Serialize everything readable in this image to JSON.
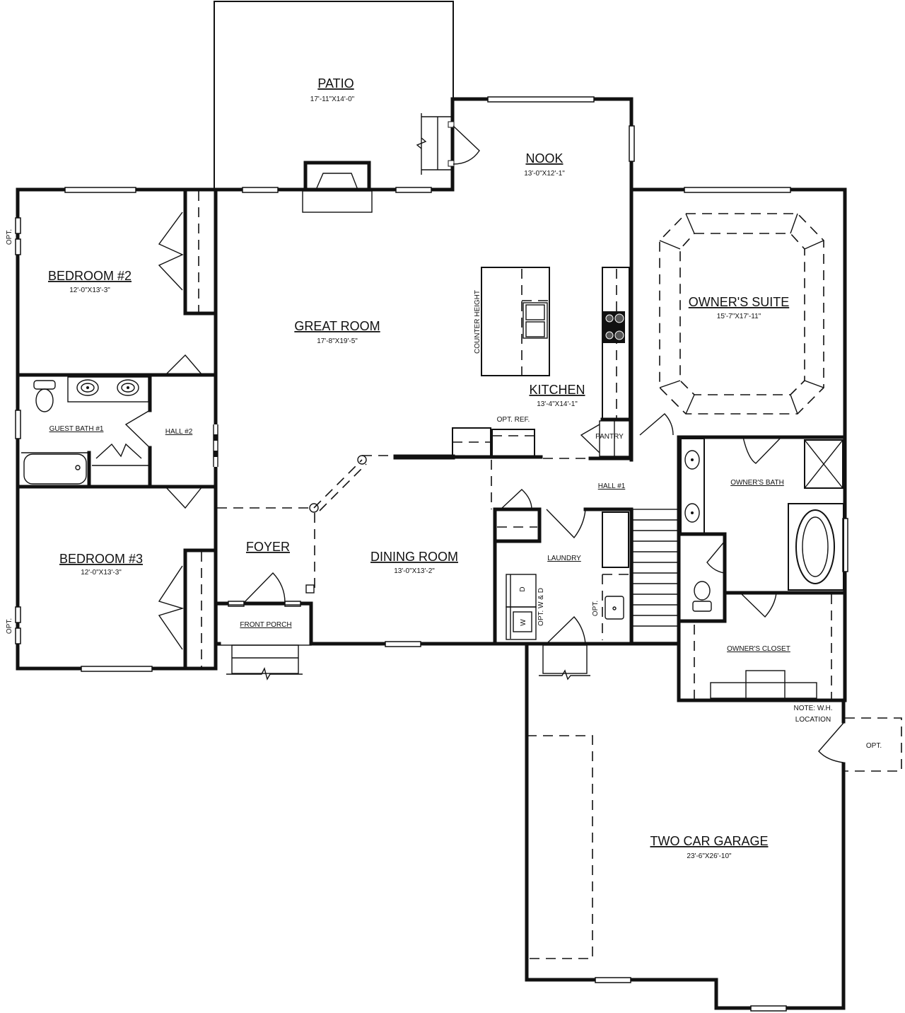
{
  "plan": {
    "rooms": {
      "patio": {
        "name": "PATIO",
        "dims": "17'-11\"X14'-0\""
      },
      "nook": {
        "name": "NOOK",
        "dims": "13'-0\"X12'-1\""
      },
      "bedroom2": {
        "name": "BEDROOM #2",
        "dims": "12'-0\"X13'-3\""
      },
      "great_room": {
        "name": "GREAT ROOM",
        "dims": "17'-8\"X19'-5\""
      },
      "owners_suite": {
        "name": "OWNER'S SUITE",
        "dims": "15'-7\"X17'-11\""
      },
      "kitchen": {
        "name": "KITCHEN",
        "dims": "13'-4\"X14'-1\""
      },
      "guest_bath": {
        "name": "GUEST BATH  #1"
      },
      "hall2": {
        "name": "HALL #2"
      },
      "pantry": {
        "name": "PANTRY"
      },
      "hall1": {
        "name": "HALL #1"
      },
      "owners_bath": {
        "name": "OWNER'S BATH"
      },
      "bedroom3": {
        "name": "BEDROOM #3",
        "dims": "12'-0\"X13'-3\""
      },
      "foyer": {
        "name": "FOYER"
      },
      "dining_room": {
        "name": "DINING ROOM",
        "dims": "13'-0\"X13'-2\""
      },
      "laundry": {
        "name": "LAUNDRY"
      },
      "front_porch": {
        "name": "FRONT PORCH"
      },
      "owners_closet": {
        "name": "OWNER'S CLOSET"
      },
      "garage": {
        "name": "TWO CAR GARAGE",
        "dims": "23'-6\"X26'-10\""
      }
    },
    "notes": {
      "counter_height": "COUNTER HEIGHT",
      "opt_ref": "OPT. REF.",
      "opt_wd": "OPT. W & D",
      "opt": "OPT.",
      "washer": "W",
      "dryer": "D",
      "wh_note_1": "NOTE: W.H.",
      "wh_note_2": "LOCATION"
    }
  }
}
